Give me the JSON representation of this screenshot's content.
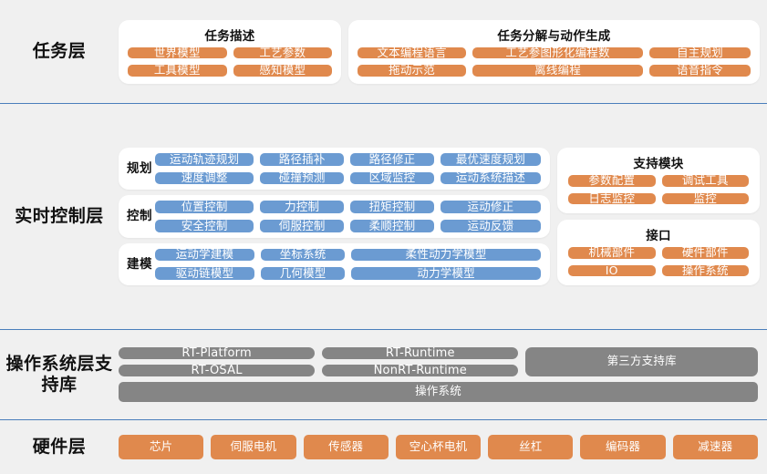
{
  "layers": [
    {
      "label": "任务层",
      "cards": [
        {
          "title": "任务描述",
          "chips": [
            "世界模型",
            "工艺参数",
            "工具模型",
            "感知模型"
          ]
        },
        {
          "title": "任务分解与动作生成",
          "chips": [
            "文本编程语言",
            "工艺参图形化编程数",
            "自主规划",
            "拖动示范",
            "离线编程",
            "语音指令"
          ]
        }
      ]
    },
    {
      "label": "实时控制层",
      "rows": [
        {
          "label": "规划",
          "chips": [
            "运动轨迹规划",
            "路径插补",
            "路径修正",
            "最优速度规划",
            "速度调整",
            "碰撞预测",
            "区域监控",
            "运动系统描述"
          ]
        },
        {
          "label": "控制",
          "chips": [
            "位置控制",
            "力控制",
            "扭矩控制",
            "运动修正",
            "安全控制",
            "伺服控制",
            "柔顺控制",
            "运动反馈"
          ]
        },
        {
          "label": "建模",
          "chips": [
            "运动学建模",
            "坐标系统",
            "柔性动力学模型",
            "驱动链模型",
            "几何模型",
            "动力学模型"
          ]
        }
      ],
      "side_cards": [
        {
          "title": "支持模块",
          "chips": [
            "参数配置",
            "调试工具",
            "日志监控",
            "监控"
          ]
        },
        {
          "title": "接口",
          "chips": [
            "机械部件",
            "硬件部件",
            "IO",
            "操作系统"
          ]
        }
      ]
    },
    {
      "label": "操作系统层支持库",
      "os_columns": [
        [
          "RT-Platform",
          "RT-OSAL"
        ],
        [
          "RT-Runtime",
          "NonRT-Runtime"
        ]
      ],
      "os_tall": "第三方支持库",
      "os_bottom": "操作系统"
    },
    {
      "label": "硬件层",
      "chips": [
        "芯片",
        "伺服电机",
        "传感器",
        "空心杯电机",
        "丝杠",
        "编码器",
        "减速器"
      ]
    }
  ],
  "colors": {
    "orange": "#e0894d",
    "blue": "#6b9bd2",
    "gray": "#858585",
    "divider": "#4a7ebb",
    "background": "#f0f0f0",
    "card": "#ffffff"
  }
}
